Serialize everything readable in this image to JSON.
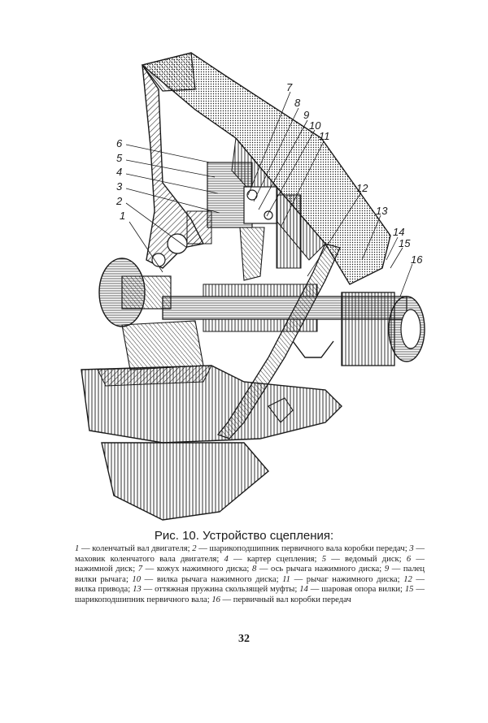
{
  "figure": {
    "callouts": [
      "1",
      "2",
      "3",
      "4",
      "5",
      "6",
      "7",
      "8",
      "9",
      "10",
      "11",
      "12",
      "13",
      "14",
      "15",
      "16"
    ]
  },
  "caption": {
    "title": "Рис. 10. Устройство сцепления:",
    "legend": [
      {
        "num": "1",
        "text": " — коленчатый вал двигателя; "
      },
      {
        "num": "2",
        "text": " — шарикоподшипник первичного вала коробки передач; "
      },
      {
        "num": "3",
        "text": " — маховик коленчатого вала двигателя; "
      },
      {
        "num": "4",
        "text": " — картер сцепления; "
      },
      {
        "num": "5",
        "text": " — ведомый диск; "
      },
      {
        "num": "6",
        "text": " — нажимной диск; "
      },
      {
        "num": "7",
        "text": " — кожух нажимного диска; "
      },
      {
        "num": "8",
        "text": " — ось рычага нажимного диска; "
      },
      {
        "num": "9",
        "text": " — палец вилки рычага; "
      },
      {
        "num": "10",
        "text": " — вилка рычага нажимного диска; "
      },
      {
        "num": "11",
        "text": " — рычаг нажимного диска; "
      },
      {
        "num": "12",
        "text": " — вилка привода; "
      },
      {
        "num": "13",
        "text": " — оттяжная пружина скользящей муфты; "
      },
      {
        "num": "14",
        "text": " — шаровая опора вилки; "
      },
      {
        "num": "15",
        "text": " — шарикоподшипник первичного вала; "
      },
      {
        "num": "16",
        "text": " — первичный вал коробки передач"
      }
    ]
  },
  "page_number": "32",
  "colors": {
    "ink": "#1a1a1a",
    "paper": "#ffffff"
  }
}
